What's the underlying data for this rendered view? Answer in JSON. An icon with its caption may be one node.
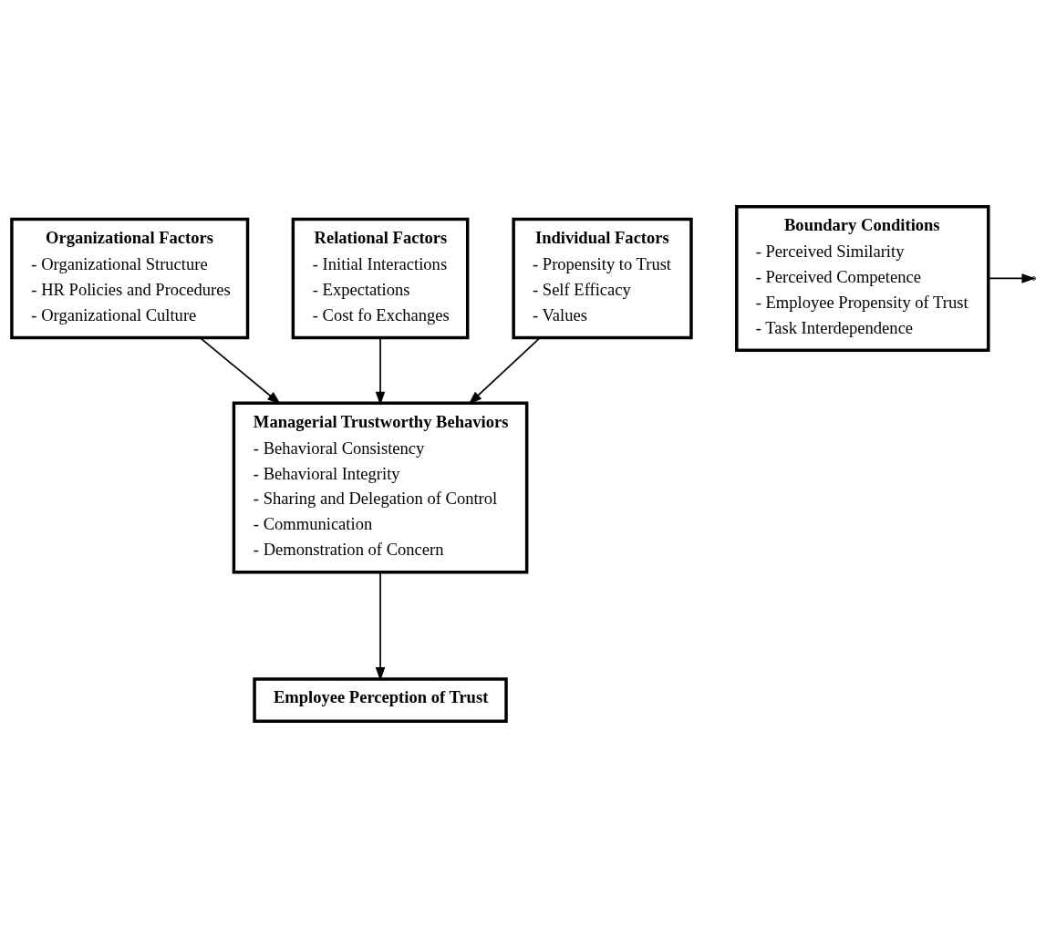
{
  "diagram": {
    "nodes": [
      {
        "text": [
          "Organizational Factors",
          "- Organizational Structure",
          "- HR Policies and Procedures",
          "- Organizational Culture"
        ]
      },
      {
        "text": [
          "Relational Factors",
          "- Initial Interactions",
          "- Expectations",
          "- Cost fo Exchanges"
        ]
      },
      {
        "text": [
          "Individual Factors",
          "- Propensity to Trust",
          "- Self Efficacy",
          "- Values"
        ]
      },
      {
        "text": [
          "Managerial Trustworthy Behaviors",
          "- Behavioral Consistency",
          "- Behavioral Integrity",
          "- Sharing and Delegation of Control",
          "- Communication",
          "- Demonstration of Concern"
        ]
      },
      {
        "text": [
          "Boundary Conditions",
          "- Perceived Similarity",
          "- Perceived Competence",
          "- Employee Propensity of Trust",
          "- Task Interdependence"
        ]
      },
      {
        "text": [
          "Employee Perception of Trust"
        ]
      }
    ],
    "edges": [
      {
        "from": 0,
        "to": 3,
        "arrow": "to"
      },
      {
        "from": 1,
        "to": 3,
        "arrow": "to"
      },
      {
        "from": 2,
        "to": 3,
        "arrow": "to"
      },
      {
        "from": 3,
        "to": 5,
        "arrow": "to"
      },
      {
        "from": 4,
        "to": null,
        "arrow": "to"
      }
    ]
  }
}
